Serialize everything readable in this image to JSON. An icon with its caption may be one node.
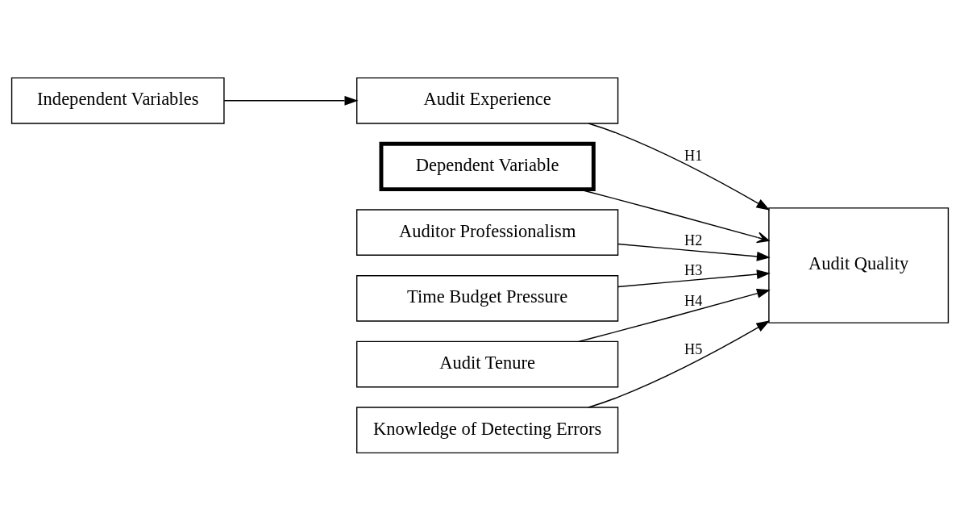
{
  "diagram": {
    "nodes": [
      {
        "text": [
          "Independent Variables"
        ]
      },
      {
        "text": [
          "Dependent Variable"
        ]
      },
      {
        "text": [
          "Audit Experience"
        ]
      },
      {
        "text": [
          "Auditor Professionalism"
        ]
      },
      {
        "text": [
          "Time Budget Pressure"
        ]
      },
      {
        "text": [
          "Audit Tenure"
        ]
      },
      {
        "text": [
          "Knowledge of Detecting Errors"
        ]
      },
      {
        "text": [
          "Audit Quality"
        ]
      }
    ],
    "edges": [
      {
        "from": 0,
        "to": 2,
        "arrow": "to"
      },
      {
        "from": 1,
        "to": 7,
        "arrow": "to"
      },
      {
        "from": 2,
        "to": 7,
        "arrow": "to",
        "label": "H1"
      },
      {
        "from": 3,
        "to": 7,
        "arrow": "to",
        "label": "H2"
      },
      {
        "from": 4,
        "to": 7,
        "arrow": "to",
        "label": "H3"
      },
      {
        "from": 5,
        "to": 7,
        "arrow": "to",
        "label": "H4"
      },
      {
        "from": 6,
        "to": 7,
        "arrow": "to",
        "label": "H5"
      }
    ]
  }
}
